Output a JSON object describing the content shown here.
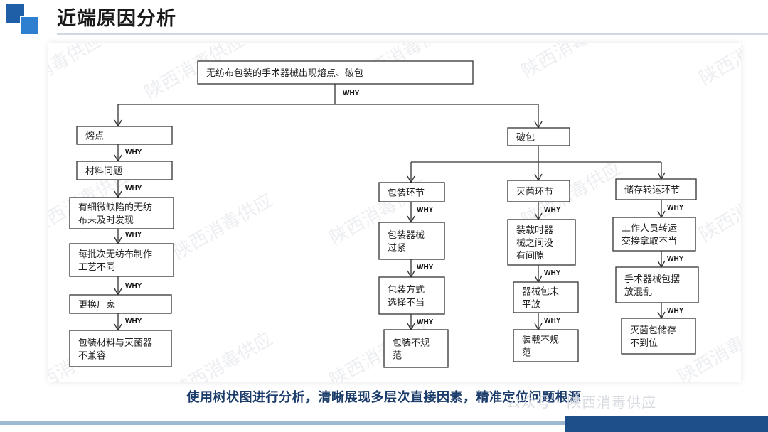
{
  "header": {
    "title": "近端原因分析"
  },
  "diagram": {
    "why_label": "WHY",
    "root": "无纺布包装的手术器械出现熔点、破包",
    "melt": {
      "title": "熔点",
      "chain": [
        "材料问题",
        "有细微缺陷的无纺布未及时发现",
        "每批次无纺布制作工艺不同",
        "更换厂家",
        "包装材料与灭菌器不兼容"
      ]
    },
    "break": {
      "title": "破包",
      "packaging": {
        "title": "包装环节",
        "chain": [
          "包装器械过紧",
          "包装方式选择不当",
          "包装不规范"
        ]
      },
      "sterilization": {
        "title": "灭菌环节",
        "chain": [
          "装载时器械之间没有间隙",
          "器械包未平放",
          "装载不规范"
        ]
      },
      "storage": {
        "title": "储存转运环节",
        "chain": [
          "工作人员转运交接拿取不当",
          "手术器械包摆放混乱",
          "灭菌包储存不到位"
        ]
      }
    }
  },
  "caption": "使用树状图进行分析，清晰展现多层次直接因素，精准定位问题根源",
  "source_label": "公众号 · 陕西消毒供应",
  "watermark": "陕西消毒供应",
  "colors": {
    "brand_dark": "#1f4f8a",
    "brand_mid": "#2f7fd0",
    "caption": "#1b3c6b"
  }
}
